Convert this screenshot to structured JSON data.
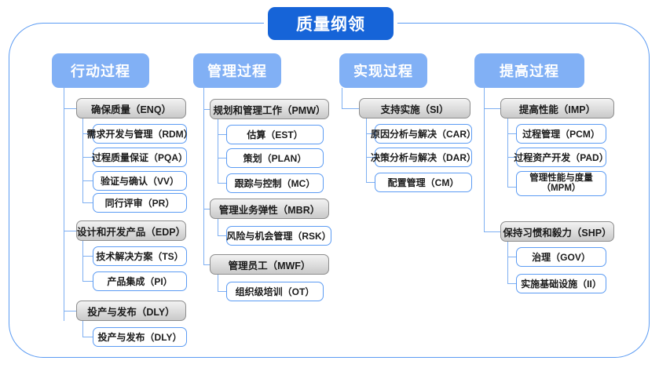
{
  "root": {
    "label": "质量纲领"
  },
  "colors": {
    "root_fill": "#1664d8",
    "category_fill": "#81b0f5",
    "frame_border": "#5b9bf3",
    "group_border": "#8d8d8d",
    "leaf_border": "#5b9bf3",
    "connector": "#7eaff2"
  },
  "categories": [
    {
      "label": "行动过程"
    },
    {
      "label": "管理过程"
    },
    {
      "label": "实现过程"
    },
    {
      "label": "提高过程"
    }
  ],
  "groups": [
    {
      "label": "确保质量（ENQ）",
      "column": 0
    },
    {
      "label": "设计和开发产品（EDP）",
      "column": 0
    },
    {
      "label": "投产与发布（DLY）",
      "column": 0
    },
    {
      "label": "规划和管理工作（PMW）",
      "column": 1
    },
    {
      "label": "管理业务弹性（MBR）",
      "column": 1
    },
    {
      "label": "管理员工（MWF）",
      "column": 1
    },
    {
      "label": "支持实施（SI）",
      "column": 2
    },
    {
      "label": "提高性能（IMP）",
      "column": 3
    },
    {
      "label": "保持习惯和毅力（SHP）",
      "column": 3
    }
  ],
  "items": [
    {
      "label": "需求开发与管理（RDM）",
      "group": 0
    },
    {
      "label": "过程质量保证（PQA）",
      "group": 0
    },
    {
      "label": "验证与确认（VV）",
      "group": 0
    },
    {
      "label": "同行评审（PR）",
      "group": 0
    },
    {
      "label": "技术解决方案（TS）",
      "group": 1
    },
    {
      "label": "产品集成（PI）",
      "group": 1
    },
    {
      "label": "投产与发布（DLY）",
      "group": 2
    },
    {
      "label": "估算（EST）",
      "group": 3
    },
    {
      "label": "策划（PLAN）",
      "group": 3
    },
    {
      "label": "跟踪与控制（MC）",
      "group": 3
    },
    {
      "label": "风险与机会管理（RSK）",
      "group": 4
    },
    {
      "label": "组织级培训（OT）",
      "group": 5
    },
    {
      "label": "原因分析与解决（CAR）",
      "group": 6
    },
    {
      "label": "决策分析与解决（DAR）",
      "group": 6
    },
    {
      "label": "配置管理（CM）",
      "group": 6
    },
    {
      "label": "过程管理（PCM）",
      "group": 7
    },
    {
      "label": "过程资产开发（PAD）",
      "group": 7
    },
    {
      "label": "管理性能与度量（MPM）",
      "group": 7
    },
    {
      "label": "治理（GOV）",
      "group": 8
    },
    {
      "label": "实施基础设施（II）",
      "group": 8
    }
  ]
}
